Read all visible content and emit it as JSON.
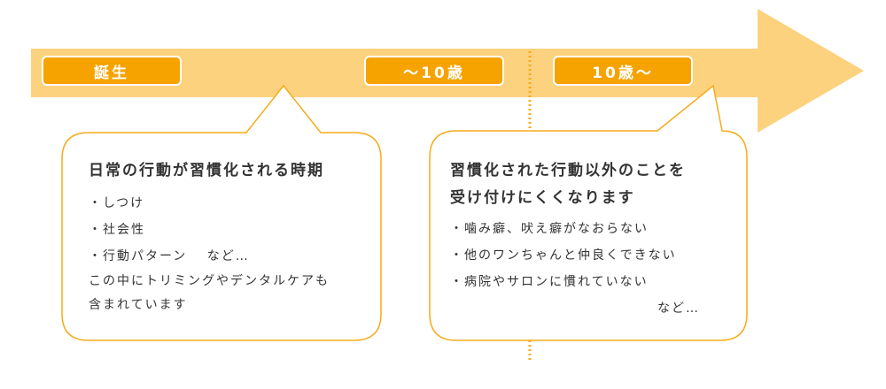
{
  "colors": {
    "arrow": "#fcd27e",
    "label_bg": "#f6a300",
    "label_text": "#ffffff",
    "bubble_border": "#f6ab1b",
    "text": "#333333",
    "divider": "#f6ab1b"
  },
  "timeline": {
    "labels": [
      "誕生",
      "～10歳",
      "10歳～"
    ]
  },
  "left_bubble": {
    "title": "日常の行動が習慣化される時期",
    "items": [
      "・しつけ",
      "・社会性",
      "・行動パターン　 など…"
    ],
    "note_lines": [
      "この中にトリミングやデンタルケアも",
      "含まれています"
    ]
  },
  "right_bubble": {
    "title_lines": [
      "習慣化された行動以外のことを",
      "受け付けにくくなります"
    ],
    "items": [
      "・噛み癖、吠え癖がなおらない",
      "・他のワンちゃんと仲良くできない",
      "・病院やサロンに慣れていない"
    ],
    "etc": "など…"
  }
}
